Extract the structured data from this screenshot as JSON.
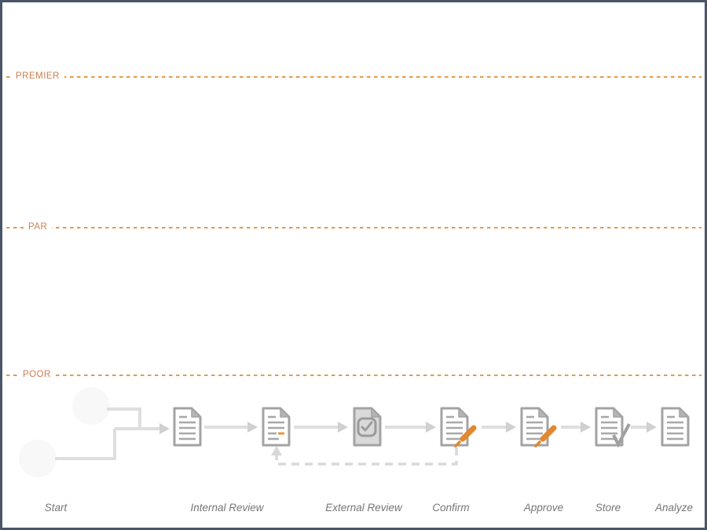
{
  "quality_levels": {
    "line_color": "#e49a4b",
    "label_color": "#cd7f51",
    "items": [
      {
        "label": "PREMIER"
      },
      {
        "label": "PAR"
      },
      {
        "label": "POOR"
      }
    ]
  },
  "flow": {
    "label_color": "#767676",
    "steps": [
      {
        "label": "Start",
        "icon": "start-branch-circles"
      },
      {
        "label": "Internal Review",
        "icon": "document-highlighted-line-icon"
      },
      {
        "label": "External Review",
        "icon": "document-checkbox-icon"
      },
      {
        "label": "Confirm",
        "icon": "document-pen-icon"
      },
      {
        "label": "Approve",
        "icon": "document-pen-icon"
      },
      {
        "label": "Store",
        "icon": "document-checkmark-icon"
      },
      {
        "label": "Analyze",
        "icon": "document-icon"
      }
    ]
  },
  "colors": {
    "border": "#4a5568",
    "background": "#ffffff",
    "connector_gray": "#dedede",
    "arrowhead_gray": "#d0d0d0",
    "icon_outline_gray": "#a3a3a3",
    "document_fill": "#ffffff",
    "checkbox_document_fill": "#d9d9d9",
    "accent_orange": "#e2882f",
    "highlight_orange": "#e8973f"
  }
}
